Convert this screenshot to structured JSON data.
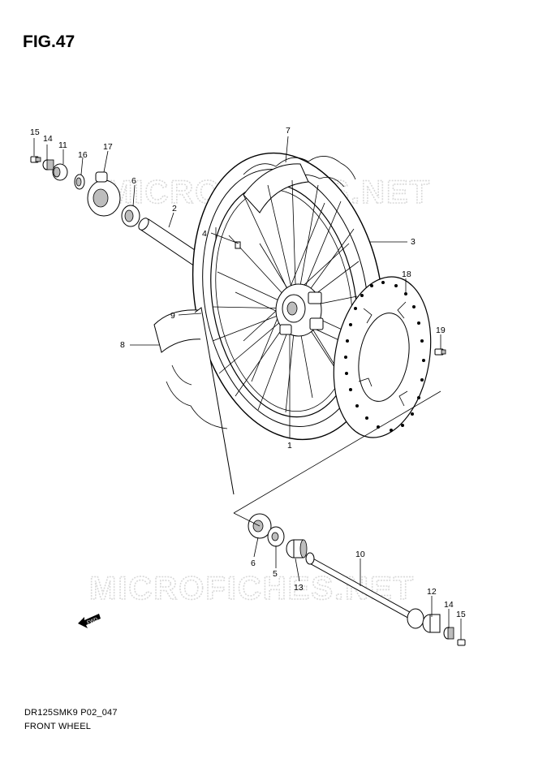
{
  "figure": {
    "title": "FIG.47",
    "drawing_code": "DR125SMK9 P02_047",
    "drawing_name": "FRONT WHEEL",
    "fwd_label": "FWD"
  },
  "watermark": {
    "text_top": "MICROFICHES.NET",
    "text_bottom": "MICROFICHES.NET"
  },
  "callouts": {
    "c1": "1",
    "c2": "2",
    "c3": "3",
    "c4": "4",
    "c5": "5",
    "c6a": "6",
    "c6b": "6",
    "c7": "7",
    "c8": "8",
    "c9": "9",
    "c10": "10",
    "c11": "11",
    "c12": "12",
    "c13": "13",
    "c14a": "14",
    "c14b": "14",
    "c15a": "15",
    "c15b": "15",
    "c16": "16",
    "c17": "17",
    "c18": "18",
    "c19": "19"
  },
  "colors": {
    "line": "#000000",
    "shade": "#bdbdbd",
    "watermark": "#d9d9d9"
  }
}
